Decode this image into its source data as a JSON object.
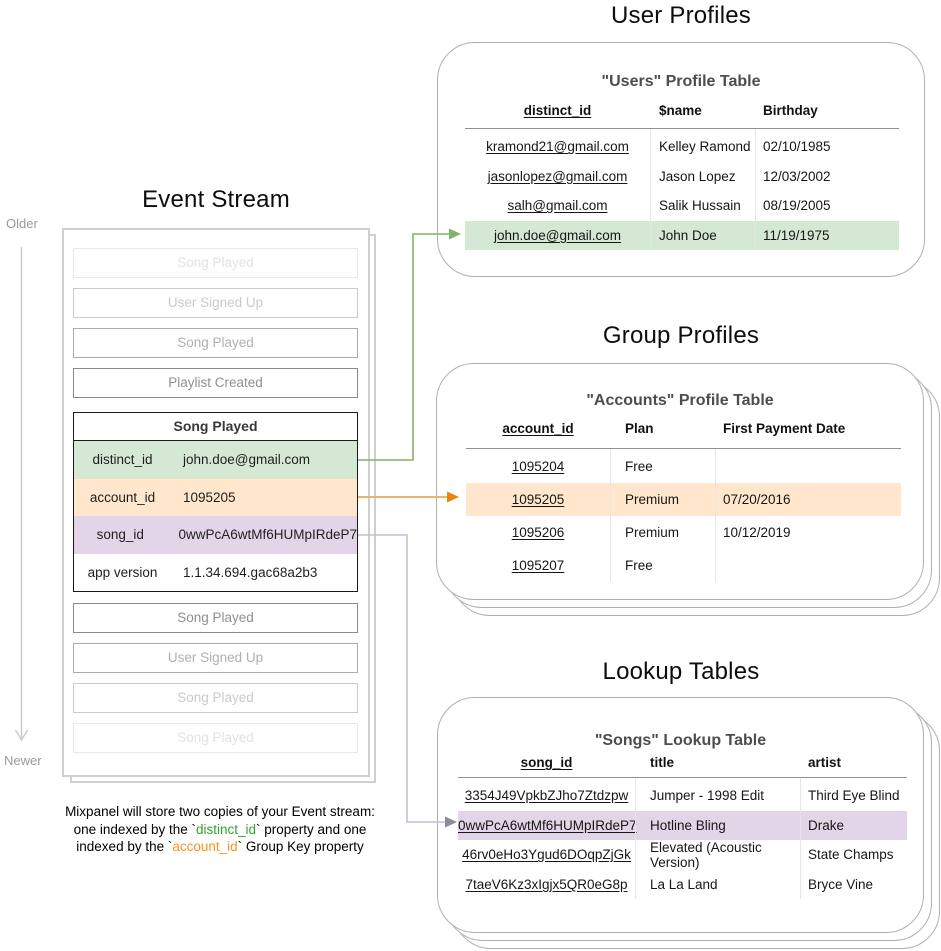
{
  "titles": {
    "event_stream": "Event Stream",
    "user_profiles": "User Profiles",
    "group_profiles": "Group Profiles",
    "lookup_tables": "Lookup Tables"
  },
  "axis": {
    "older": "Older",
    "newer": "Newer"
  },
  "event_stream": {
    "events_before": [
      "Song Played",
      "User Signed Up",
      "Song Played",
      "Playlist Created"
    ],
    "expanded": {
      "title": "Song Played",
      "properties": [
        {
          "key": "distinct_id",
          "value": "john.doe@gmail.com",
          "highlight": "green"
        },
        {
          "key": "account_id",
          "value": "1095205",
          "highlight": "orange"
        },
        {
          "key": "song_id",
          "value": "0wwPcA6wtMf6HUMpIRdeP7",
          "highlight": "purple"
        },
        {
          "key": "app version",
          "value": "1.1.34.694.gac68a2b3",
          "highlight": "none"
        }
      ]
    },
    "events_after": [
      "Song Played",
      "User Signed Up",
      "Song Played",
      "Song Played"
    ]
  },
  "tables": {
    "users": {
      "title": "\"Users\" Profile Table",
      "columns": [
        "distinct_id",
        "$name",
        "Birthday"
      ],
      "rows": [
        [
          "kramond21@gmail.com",
          "Kelley Ramond",
          "02/10/1985"
        ],
        [
          "jasonlopez@gmail.com",
          "Jason Lopez",
          "12/03/2002"
        ],
        [
          "salh@gmail.com",
          "Salik Hussain",
          "08/19/2005"
        ],
        [
          "john.doe@gmail.com",
          "John Doe",
          "11/19/1975"
        ]
      ],
      "highlighted_row": 3
    },
    "accounts": {
      "title": "\"Accounts\" Profile Table",
      "columns": [
        "account_id",
        "Plan",
        "First Payment Date"
      ],
      "rows": [
        [
          "1095204",
          "Free",
          ""
        ],
        [
          "1095205",
          "Premium",
          "07/20/2016"
        ],
        [
          "1095206",
          "Premium",
          "10/12/2019"
        ],
        [
          "1095207",
          "Free",
          ""
        ]
      ],
      "highlighted_row": 1
    },
    "songs": {
      "title": "\"Songs\" Lookup Table",
      "columns": [
        "song_id",
        "title",
        "artist"
      ],
      "rows": [
        [
          "3354J49VpkbZJho7Ztdzpw",
          "Jumper - 1998 Edit",
          "Third Eye Blind"
        ],
        [
          "0wwPcA6wtMf6HUMpIRdeP7",
          "Hotline Bling",
          "Drake"
        ],
        [
          "46rv0eHo3Ygud6DOqpZjGk",
          "Elevated (Acoustic Version)",
          "State Champs"
        ],
        [
          "7taeV6Kz3xIgjx5QR0eG8p",
          "La La Land",
          "Bryce Vine"
        ]
      ],
      "highlighted_row": 1
    }
  },
  "caption": {
    "line1": "Mixpanel will store two copies of your Event stream:",
    "line2_pre": "one indexed by the `",
    "distinct_id": "distinct_id",
    "line2_post": "` property and one",
    "line3_pre": "indexed by the `",
    "account_id": "account_id",
    "line3_post": "` Group Key property"
  },
  "colors": {
    "highlight_green": "#d5e8d4",
    "highlight_orange": "#ffe6cc",
    "highlight_purple": "#e1d5e7",
    "arrow_green": "#82b366",
    "arrow_orange_line": "#eab470",
    "arrow_orange_head": "#ef820d",
    "arrow_purple_line": "#c9badb",
    "arrow_purple_head": "#8f8a99",
    "caption_green": "#2fa42c",
    "caption_orange": "#f7941d"
  }
}
